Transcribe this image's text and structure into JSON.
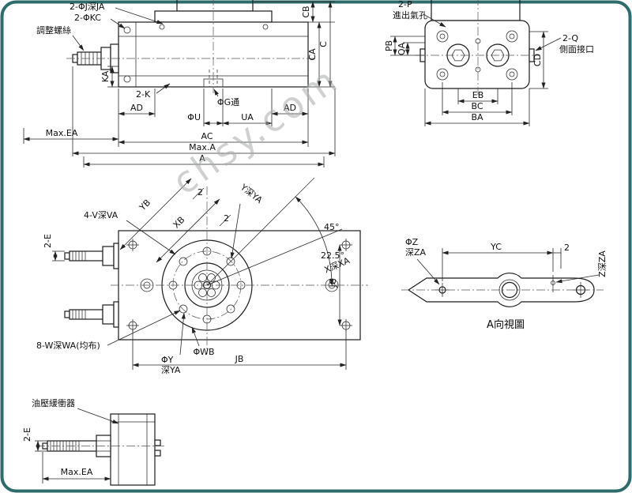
{
  "watermark": "chsy.com",
  "views": {
    "side": {
      "labels": {
        "j_holes": "2-ΦJ深JA",
        "kc_holes": "2-ΦKC",
        "adjust_screw": "調整螺絲",
        "ka": "KA",
        "k_slots": "2-K",
        "ad_left": "AD",
        "ad_right": "AD",
        "g_hole": "ΦG通",
        "u_dia": "ΦU",
        "ua": "UA",
        "cb": "CB",
        "ca": "CA",
        "c": "C",
        "max_ea": "Max.EA",
        "ac": "AC",
        "max_a": "Max.A",
        "a": "A"
      }
    },
    "end": {
      "labels": {
        "p_ports": "2-P",
        "air_ports": "進出氣孔",
        "q_ports": "2-Q",
        "side_ports": "側面接口",
        "pb": "PB",
        "qa": "QA",
        "cd": "CD",
        "eb": "EB",
        "bc": "BC",
        "ba": "BA"
      }
    },
    "top": {
      "labels": {
        "v_holes": "4-V深VA",
        "e_rods": "2-E",
        "yb": "YB",
        "xb": "XB",
        "two_upper": "2",
        "two_lower": "2",
        "y_hole": "Y深YA",
        "angle45": "45°",
        "angle225": "22.5°",
        "x_hole": "X深XA",
        "jc": "JC",
        "w_holes": "8-W深WA(均布)",
        "wb_dia": "ΦWB",
        "y_dia": "ΦY",
        "y_depth": "深YA",
        "jb": "JB"
      }
    },
    "plate": {
      "labels": {
        "z_dia": "ΦZ",
        "za_depth": "深ZA",
        "yc": "YC",
        "two": "2",
        "z_hole": "Z深ZA",
        "title": "A向視圖"
      }
    },
    "buffer": {
      "labels": {
        "name": "油壓緩衝器",
        "e_rod": "2-E",
        "max_ea": "Max.EA"
      }
    }
  }
}
